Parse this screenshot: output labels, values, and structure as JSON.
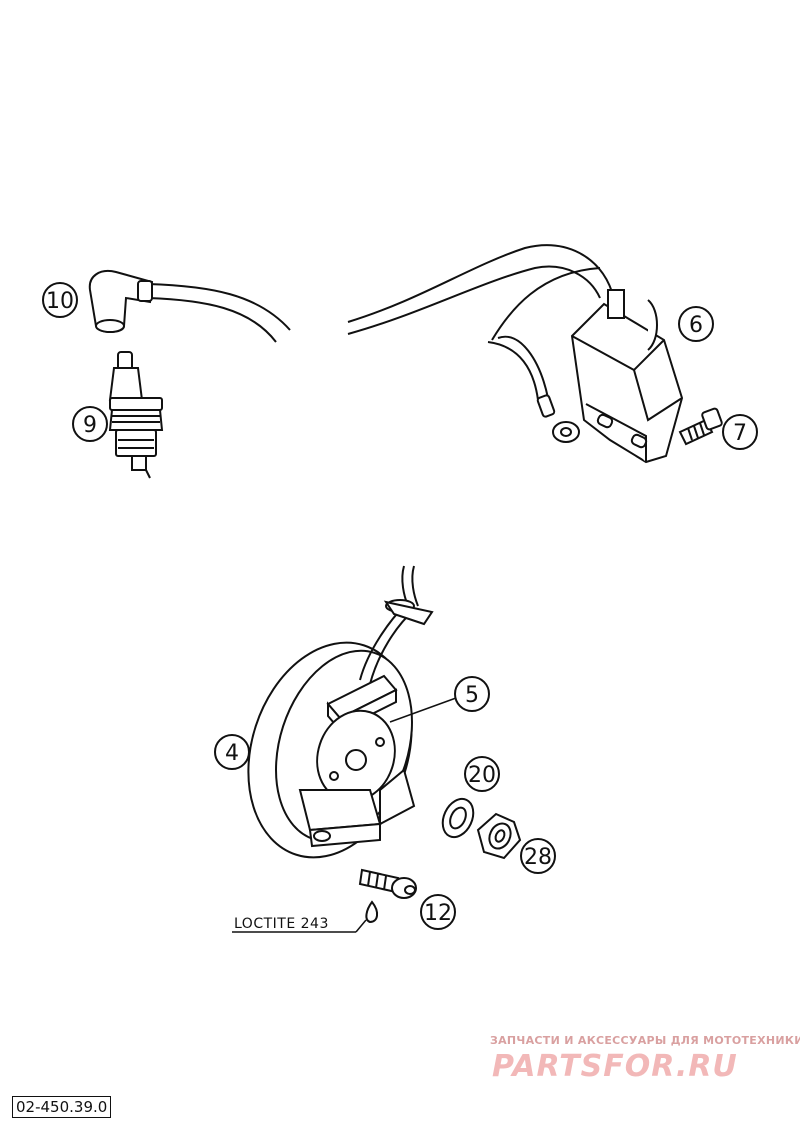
{
  "callouts": {
    "c4": "4",
    "c5": "5",
    "c6": "6",
    "c7": "7",
    "c9": "9",
    "c10": "10",
    "c12": "12",
    "c20": "20",
    "c28": "28"
  },
  "note": "LOCTITE 243",
  "watermark": {
    "tagline": "ЗАПЧАСТИ И АКСЕССУАРЫ ДЛЯ МОТОТЕХНИКИ",
    "brand": "PARTSFOR.RU"
  },
  "document_code": "02-450.39.0",
  "colors": {
    "line": "#111111",
    "watermark": "#f2b8b8"
  }
}
